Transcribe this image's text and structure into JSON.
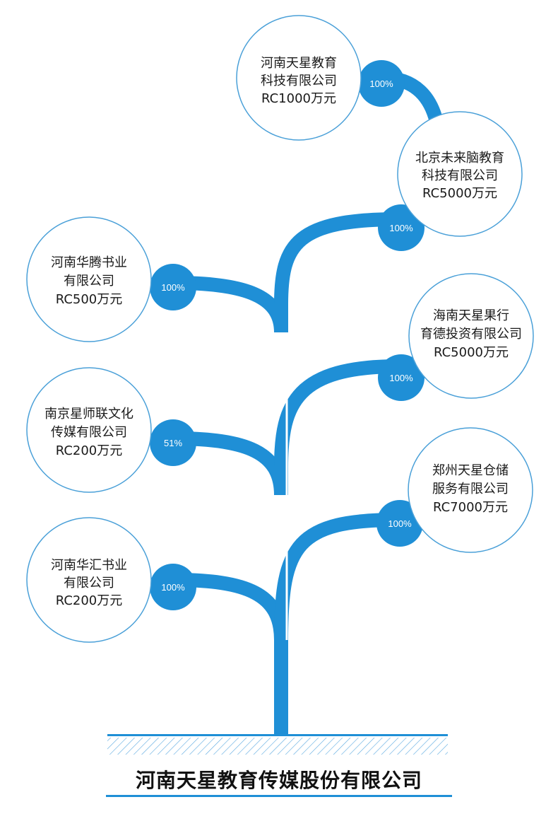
{
  "colors": {
    "accent": "#1f8fd6",
    "circle_border": "#4aa0d8",
    "text": "#1a1a1a"
  },
  "root": {
    "name": "河南天星教育传媒股份有限公司"
  },
  "subsidiaries": [
    {
      "id": "henan-tianxing-edutech",
      "lines": [
        "河南天星教育",
        "科技有限公司",
        "RC1000万元"
      ],
      "share": "100%"
    },
    {
      "id": "beijing-weilainao",
      "lines": [
        "北京未来脑教育",
        "科技有限公司",
        "RC5000万元"
      ],
      "share": "100%"
    },
    {
      "id": "henan-huateng",
      "lines": [
        "河南华腾书业",
        "有限公司",
        "RC500万元"
      ],
      "share": "100%"
    },
    {
      "id": "hainan-tianxing-guohang",
      "lines": [
        "海南天星果行",
        "育德投资有限公司",
        "RC5000万元"
      ],
      "share": "100%"
    },
    {
      "id": "nanjing-xingshi",
      "lines": [
        "南京星师联文化",
        "传媒有限公司",
        "RC200万元"
      ],
      "share": "51%"
    },
    {
      "id": "zhengzhou-tianxing-storage",
      "lines": [
        "郑州天星仓储",
        "服务有限公司",
        "RC7000万元"
      ],
      "share": "100%"
    },
    {
      "id": "henan-huahui",
      "lines": [
        "河南华汇书业",
        "有限公司",
        "RC200万元"
      ],
      "share": "100%"
    }
  ]
}
